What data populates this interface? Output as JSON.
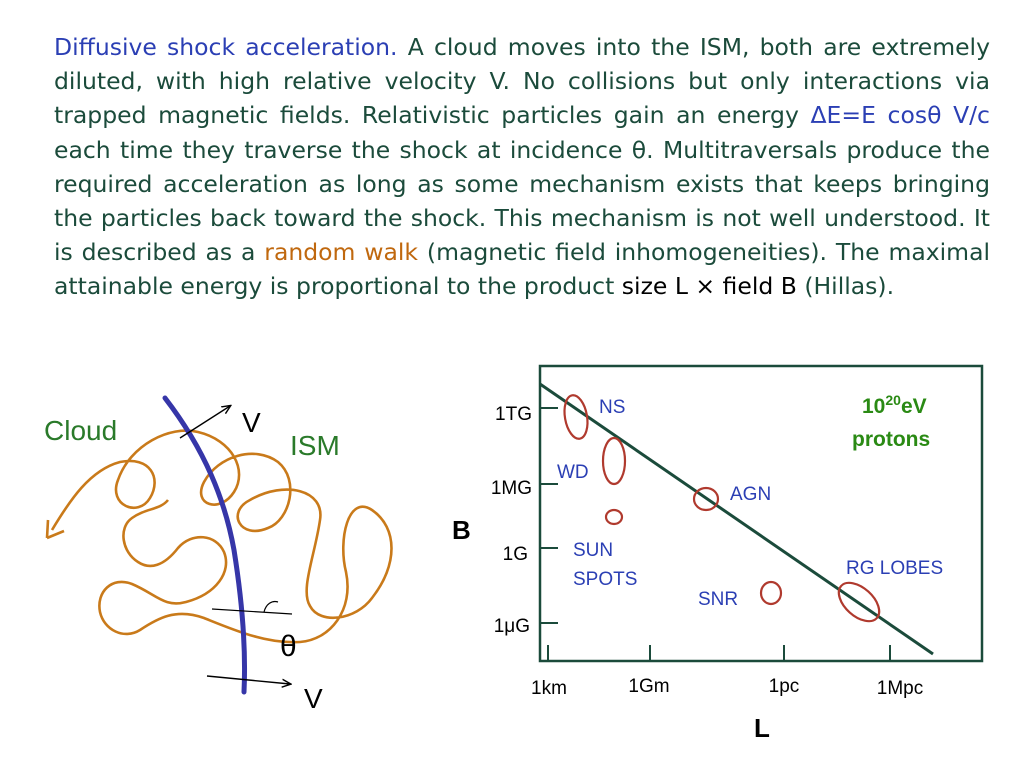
{
  "paragraph": {
    "title": "Diffusive shock acceleration.",
    "text1": " A cloud moves into the ISM, both are extremely diluted, with high relative velocity V. No collisions but only interactions via trapped magnetic fields.  Relativistic particles gain an energy ",
    "formula": "ΔE=E cosθ V/c",
    "text2": " each time they traverse the shock at incidence θ. Multitraversals produce the required acceleration as long as some mechanism exists that keeps bringing the particles back toward the shock. This mechanism is not well understood. It is described as a ",
    "random_walk": "random walk",
    "text3": " (magnetic field inhomogeneities). The maximal attainable energy is proportional to the product ",
    "product": "size L × field B",
    "text4": " (Hillas)."
  },
  "shock_diagram": {
    "cloud_label": "Cloud",
    "ism_label": "ISM",
    "velocity_top": "V",
    "velocity_bottom": "V",
    "angle_label": "θ",
    "colors": {
      "shock": "#3636a8",
      "path": "#c97a1a",
      "cloud_text": "#2a7a2a",
      "ism_text": "#2a7a2a"
    }
  },
  "hillas_plot": {
    "y_axis_label": "B",
    "x_axis_label": "L",
    "y_ticks": [
      "1TG",
      "1MG",
      "1G",
      "1μG"
    ],
    "x_ticks": [
      "1km",
      "1Gm",
      "1pc",
      "1Mpc"
    ],
    "energy_label_base": "10",
    "energy_label_exp": "20",
    "energy_label_unit": "eV",
    "energy_label_line2": "protons",
    "objects": [
      "NS",
      "WD",
      "AGN",
      "SUN",
      "SPOTS",
      "SNR",
      "RG LOBES"
    ],
    "colors": {
      "frame": "#1b4b3b",
      "line": "#1b4b3b",
      "ellipse": "#b03a2e",
      "object_text": "#2b3fb4",
      "energy_text": "#2a8a14"
    }
  }
}
